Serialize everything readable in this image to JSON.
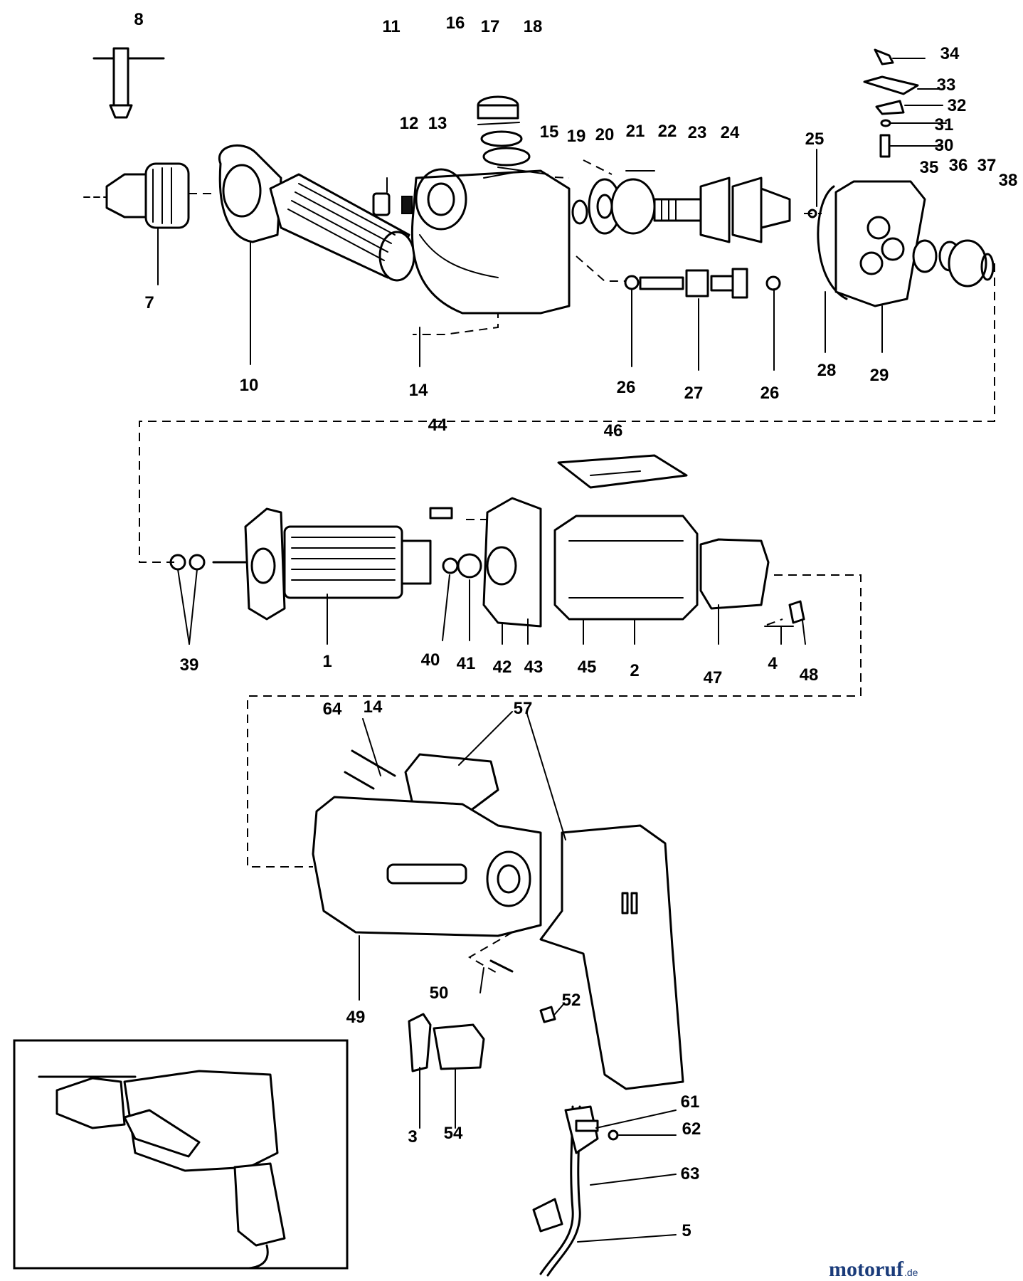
{
  "diagram": {
    "part_numbers": [
      "8",
      "11",
      "16",
      "17",
      "18",
      "12",
      "13",
      "15",
      "19",
      "20",
      "21",
      "22",
      "23",
      "24",
      "25",
      "34",
      "33",
      "32",
      "31",
      "30",
      "35",
      "36",
      "37",
      "38",
      "7",
      "10",
      "14",
      "26",
      "27",
      "26",
      "28",
      "29",
      "44",
      "46",
      "39",
      "1",
      "40",
      "41",
      "42",
      "43",
      "45",
      "2",
      "47",
      "4",
      "48",
      "64",
      "14",
      "57",
      "50",
      "52",
      "49",
      "3",
      "54",
      "61",
      "62",
      "63",
      "5"
    ]
  },
  "watermark": {
    "brand": "motoruf",
    "tld": ".de"
  }
}
